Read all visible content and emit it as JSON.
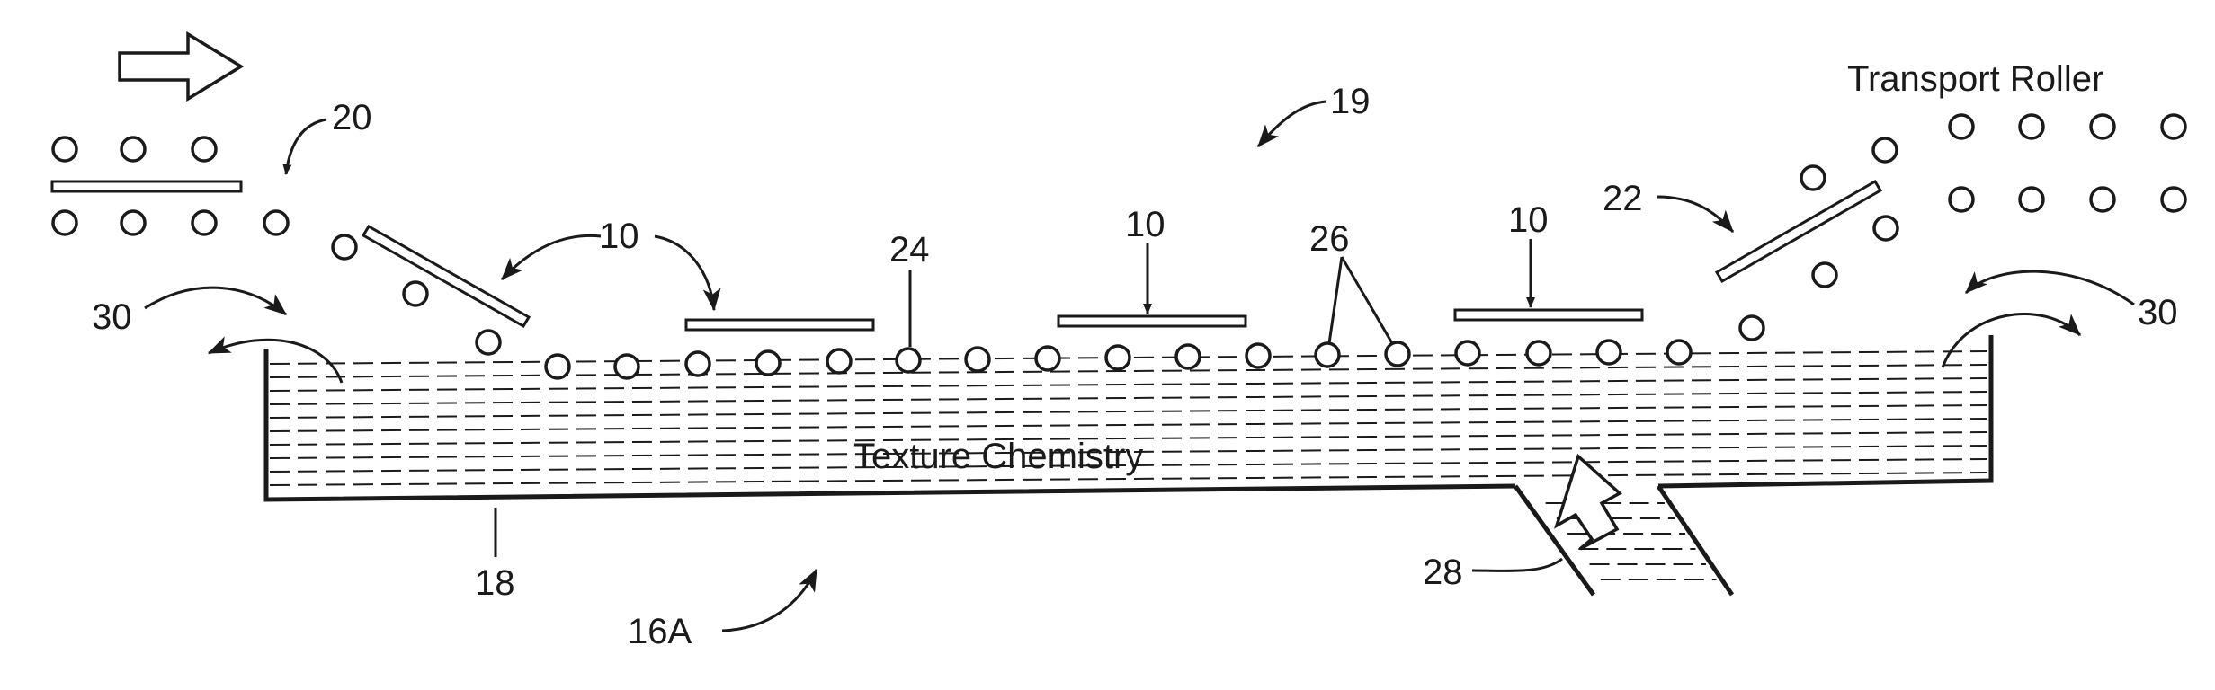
{
  "labels": {
    "transport_roller": "Transport Roller",
    "texture_chemistry": "Texture Chemistry",
    "ref_19": "19",
    "ref_20": "20",
    "ref_22": "22",
    "ref_24": "24",
    "ref_26": "26",
    "ref_10_a": "10",
    "ref_10_b": "10",
    "ref_10_c": "10",
    "ref_30_left": "30",
    "ref_30_right": "30",
    "ref_18": "18",
    "ref_16a": "16A",
    "ref_28": "28"
  },
  "colors": {
    "ink": "#1a1a1a",
    "background": "#ffffff"
  }
}
